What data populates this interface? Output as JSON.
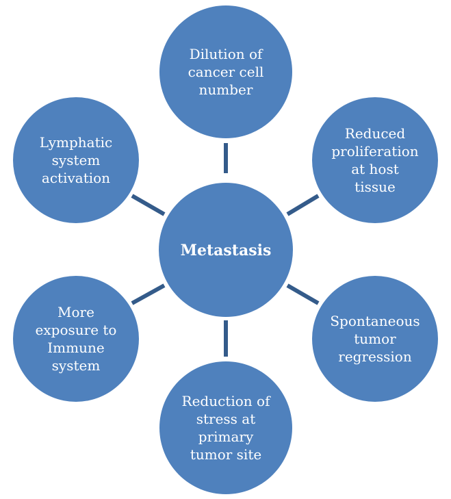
{
  "center": {
    "label": "Metastasis"
  },
  "nodes": [
    {
      "id": "dilution",
      "lines": [
        "Dilution of",
        "cancer cell",
        "number"
      ]
    },
    {
      "id": "reduced-proliferation",
      "lines": [
        "Reduced",
        "proliferation",
        "at host",
        "tissue"
      ]
    },
    {
      "id": "spontaneous-regression",
      "lines": [
        "Spontaneous",
        "tumor",
        "regression"
      ]
    },
    {
      "id": "reduction-of-stress",
      "lines": [
        "Reduction of",
        "stress at",
        "primary",
        "tumor site"
      ]
    },
    {
      "id": "immune-exposure",
      "lines": [
        "More",
        "exposure to",
        "Immune",
        "system"
      ]
    },
    {
      "id": "lymphatic-activation",
      "lines": [
        "Lymphatic",
        "system",
        "activation"
      ]
    }
  ],
  "colors": {
    "node_fill": "#4f81bd",
    "connector": "#345b8a",
    "text": "#ffffff"
  }
}
